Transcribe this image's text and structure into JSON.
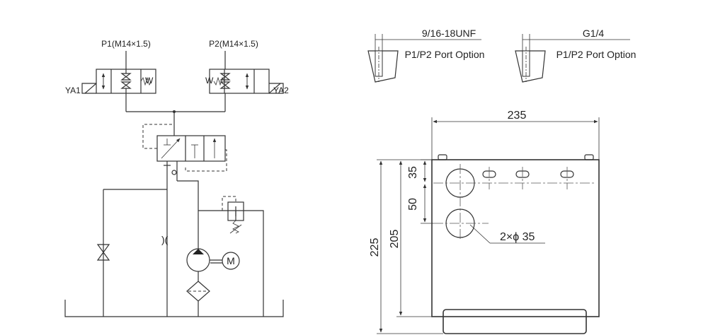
{
  "schematic": {
    "port_p1": "P1(M14×1.5)",
    "port_p2": "P2(M14×1.5)",
    "solenoid_left": "YA1",
    "solenoid_right": "YA2",
    "spring_left": "W",
    "spring_right": "W",
    "motor": "M",
    "orifice": ")("
  },
  "port_options": [
    {
      "thread": "9/16-18UNF",
      "caption": "P1/P2 Port Option"
    },
    {
      "thread": "G1/4",
      "caption": "P1/P2 Port Option"
    }
  ],
  "dimensions": {
    "width": "235",
    "height_total": "225",
    "height_inner": "205",
    "hole_top": "35",
    "hole_spacing": "50",
    "holes": "2×ϕ 35"
  }
}
